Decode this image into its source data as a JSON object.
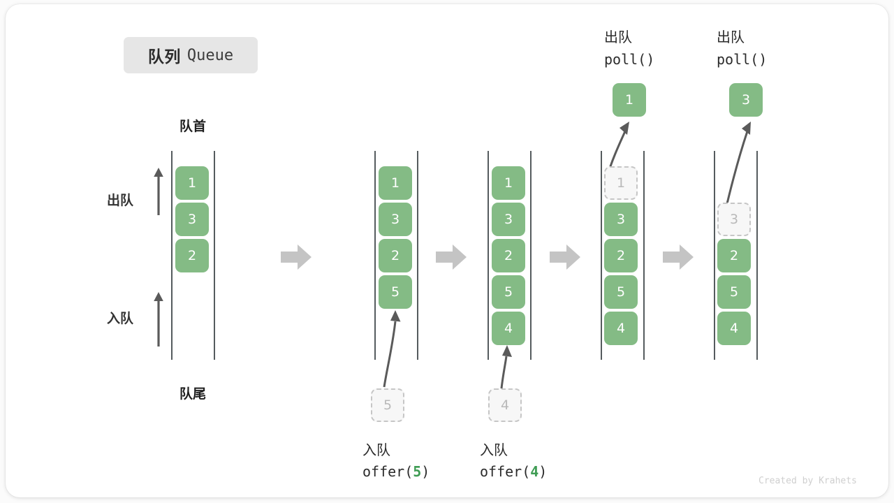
{
  "title": {
    "cn": "队列",
    "en": "Queue"
  },
  "labels": {
    "front": "队首",
    "rear": "队尾",
    "dequeue": "出队",
    "enqueue": "入队"
  },
  "credit": "Created by Krahets",
  "colors": {
    "cell_fill": "#84bb85",
    "cell_text": "#ffffff",
    "ghost_fill": "#f7f7f7",
    "ghost_border": "#c6c6c6",
    "ghost_text": "#b9b9b9",
    "rail": "#555b5e",
    "sep_arrow": "#c4c4c4",
    "accent_code_arg": "#3f9c54",
    "pill_bg": "#e6e6e6",
    "card_bg": "#ffffff"
  },
  "columns": [
    {
      "id": "col-initial",
      "top_label_cn": "",
      "top_label_code": "",
      "cells": [
        {
          "value": "1",
          "state": "filled",
          "slot": 0
        },
        {
          "value": "3",
          "state": "filled",
          "slot": 1
        },
        {
          "value": "2",
          "state": "filled",
          "slot": 2
        }
      ],
      "result_cell": null,
      "input_cell": null,
      "bottom_label_cn": "",
      "bottom_label_code": ""
    },
    {
      "id": "col-offer-5",
      "top_label_cn": "",
      "top_label_code": "",
      "cells": [
        {
          "value": "1",
          "state": "filled",
          "slot": 0
        },
        {
          "value": "3",
          "state": "filled",
          "slot": 1
        },
        {
          "value": "2",
          "state": "filled",
          "slot": 2
        },
        {
          "value": "5",
          "state": "filled",
          "slot": 3
        }
      ],
      "result_cell": null,
      "input_cell": {
        "value": "5",
        "state": "ghost"
      },
      "bottom_label_cn": "入队",
      "bottom_label_code_prefix": "offer(",
      "bottom_label_code_arg": "5",
      "bottom_label_code_suffix": ")"
    },
    {
      "id": "col-offer-4",
      "top_label_cn": "",
      "top_label_code": "",
      "cells": [
        {
          "value": "1",
          "state": "filled",
          "slot": 0
        },
        {
          "value": "3",
          "state": "filled",
          "slot": 1
        },
        {
          "value": "2",
          "state": "filled",
          "slot": 2
        },
        {
          "value": "5",
          "state": "filled",
          "slot": 3
        },
        {
          "value": "4",
          "state": "filled",
          "slot": 4
        }
      ],
      "result_cell": null,
      "input_cell": {
        "value": "4",
        "state": "ghost"
      },
      "bottom_label_cn": "入队",
      "bottom_label_code_prefix": "offer(",
      "bottom_label_code_arg": "4",
      "bottom_label_code_suffix": ")"
    },
    {
      "id": "col-poll-1",
      "top_label_cn": "出队",
      "top_label_code": "poll()",
      "cells": [
        {
          "value": "1",
          "state": "ghost",
          "slot": 0
        },
        {
          "value": "3",
          "state": "filled",
          "slot": 1
        },
        {
          "value": "2",
          "state": "filled",
          "slot": 2
        },
        {
          "value": "5",
          "state": "filled",
          "slot": 3
        },
        {
          "value": "4",
          "state": "filled",
          "slot": 4
        }
      ],
      "result_cell": {
        "value": "1",
        "state": "filled"
      },
      "input_cell": null,
      "bottom_label_cn": "",
      "bottom_label_code": ""
    },
    {
      "id": "col-poll-3",
      "top_label_cn": "出队",
      "top_label_code": "poll()",
      "cells": [
        {
          "value": "3",
          "state": "ghost",
          "slot": 1
        },
        {
          "value": "2",
          "state": "filled",
          "slot": 2
        },
        {
          "value": "5",
          "state": "filled",
          "slot": 3
        },
        {
          "value": "4",
          "state": "filled",
          "slot": 4
        }
      ],
      "result_cell": {
        "value": "3",
        "state": "filled"
      },
      "input_cell": null,
      "bottom_label_cn": "",
      "bottom_label_code": ""
    }
  ],
  "separators": [
    "step-arrow-1",
    "step-arrow-2",
    "step-arrow-3",
    "step-arrow-4"
  ]
}
